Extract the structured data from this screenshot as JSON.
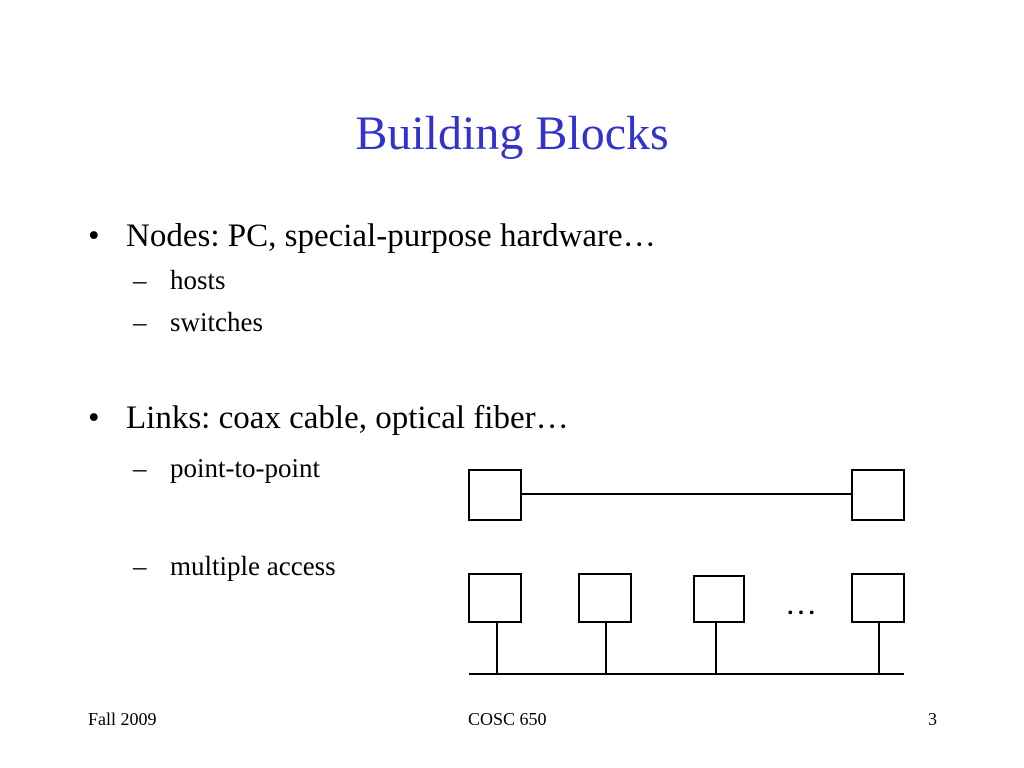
{
  "slide": {
    "title": "Building Blocks",
    "title_color": "#3333cc",
    "bullets": [
      {
        "text": "Nodes: PC, special-purpose hardware…",
        "subitems": [
          "hosts",
          "switches"
        ]
      },
      {
        "text": "Links: coax cable, optical fiber…",
        "subitems": [
          "point-to-point",
          "multiple access"
        ]
      }
    ],
    "bullet_glyph": "•",
    "dash_glyph": "–"
  },
  "diagram": {
    "ellipsis": "…"
  },
  "footer": {
    "left": "Fall 2009",
    "center": "COSC 650",
    "right": "3"
  }
}
